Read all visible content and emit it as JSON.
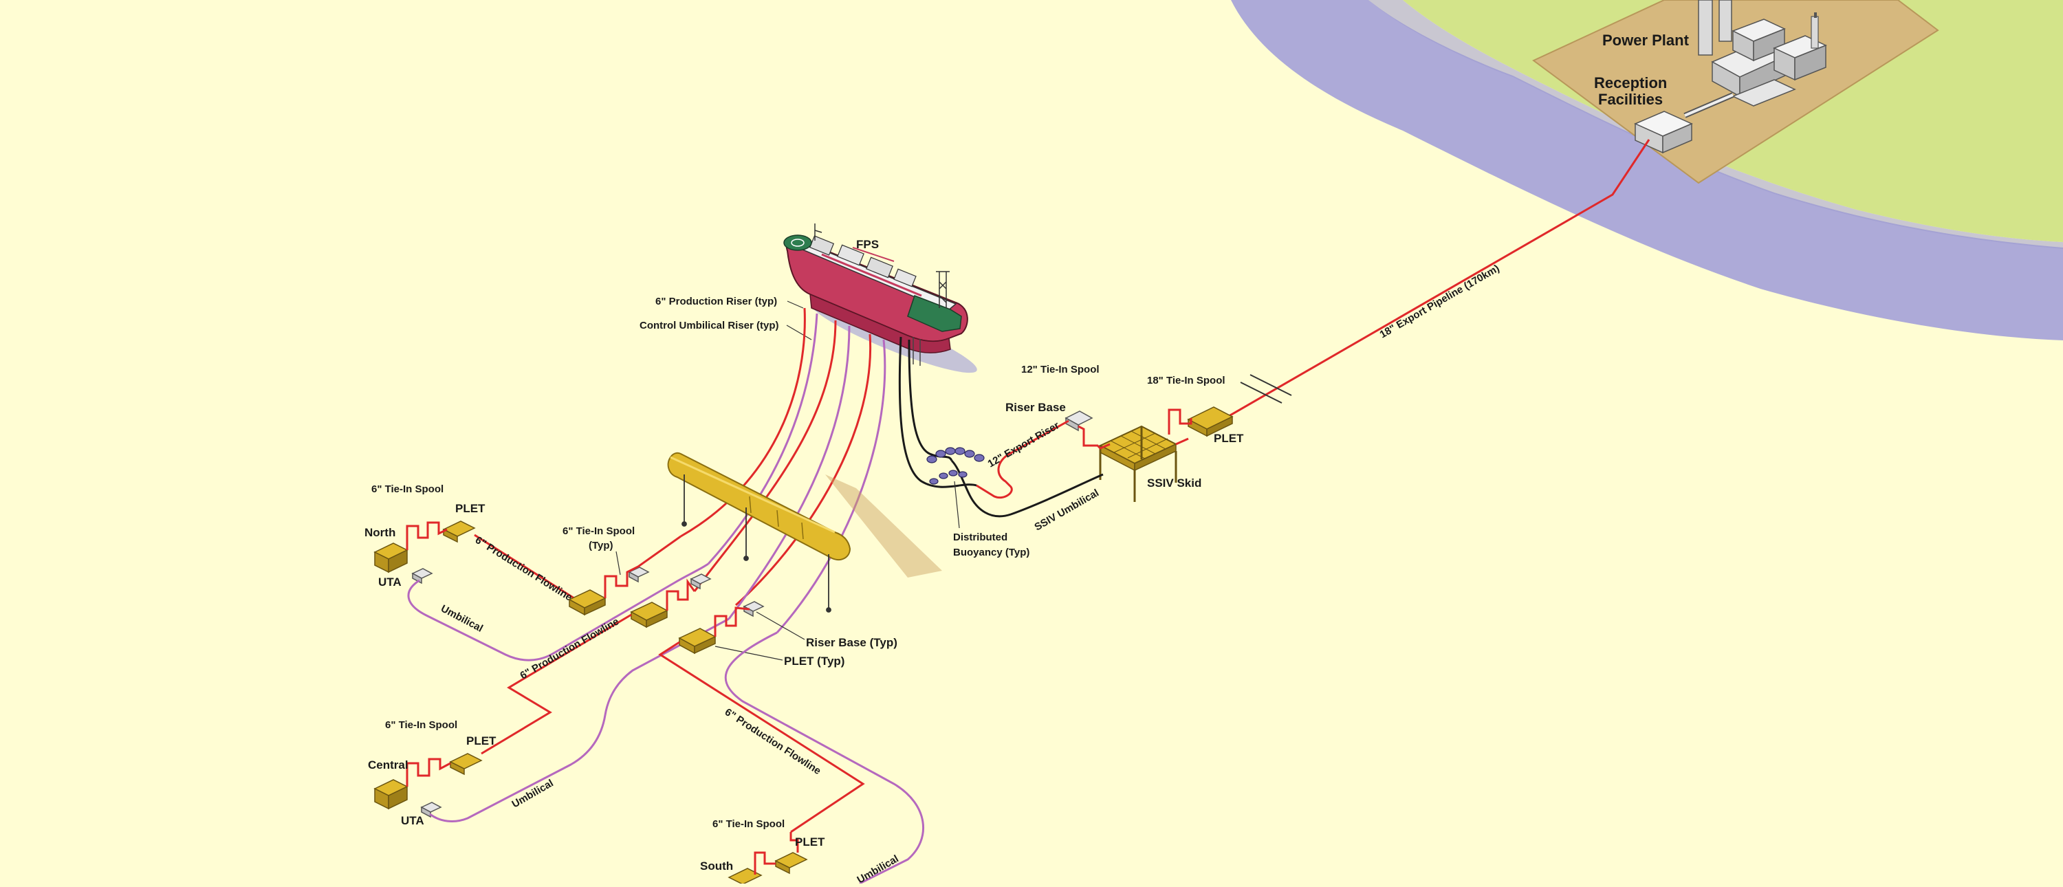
{
  "labels": {
    "power_plant": "Power Plant",
    "reception_1": "Reception",
    "reception_2": "Facilities",
    "fps": "FPS",
    "prod_riser": "6\" Production Riser (typ)",
    "control_riser": "Control Umbilical Riser (typ)",
    "export_pipeline": "18\" Export Pipeline (170km)",
    "tiein_12": "12\" Tie-In Spool",
    "tiein_18": "18\" Tie-In Spool",
    "riser_base": "Riser Base",
    "export_riser": "12\" Export Riser",
    "plet_export": "PLET",
    "ssiv_skid": "SSIV Skid",
    "ssiv_umbilical": "SSIV Umbilical",
    "dist_buoy_1": "Distributed",
    "dist_buoy_2": "Buoyancy (Typ)",
    "north_tiein": "6\" Tie-In Spool",
    "north_plet": "PLET",
    "north": "North",
    "north_uta": "UTA",
    "north_flowline": "6\" Production Flowline",
    "tiein_typ_1": "6\" Tie-In Spool",
    "tiein_typ_2": "(Typ)",
    "umbilical_north": "Umbilical",
    "central_flowline": "6\" Production Flowline",
    "riser_base_typ": "Riser Base (Typ)",
    "plet_typ": "PLET (Typ)",
    "central_tiein": "6\" Tie-In Spool",
    "central_plet": "PLET",
    "central": "Central",
    "central_uta": "UTA",
    "umbilical_central": "Umbilical",
    "south_flowline": "6\" Production Flowline",
    "south_tiein": "6\" Tie-In Spool",
    "south_plet": "PLET",
    "south": "South",
    "umbilical_south": "Umbilical"
  },
  "colors": {
    "background": "#FFFDD3",
    "sea": "#ADAAD8",
    "land": "#D3E48A",
    "site": "#D6B87E",
    "flowline": "#E0282A",
    "umbilical": "#B568BE",
    "hull": "#C53B5E",
    "structure": "#E1BA2C",
    "buoyancy": "#7770B8"
  }
}
